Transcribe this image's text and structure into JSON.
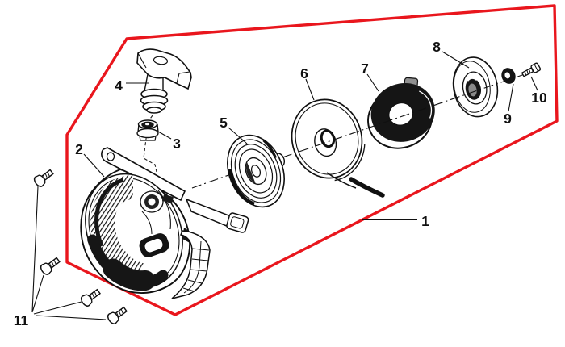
{
  "diagram": {
    "callouts": [
      {
        "number": "1"
      },
      {
        "number": "2"
      },
      {
        "number": "3"
      },
      {
        "number": "4"
      },
      {
        "number": "5"
      },
      {
        "number": "6"
      },
      {
        "number": "7"
      },
      {
        "number": "8"
      },
      {
        "number": "9"
      },
      {
        "number": "10"
      },
      {
        "number": "11"
      }
    ]
  },
  "colors": {
    "highlight": "#e9161d",
    "line": "#101010",
    "background": "#ffffff"
  }
}
